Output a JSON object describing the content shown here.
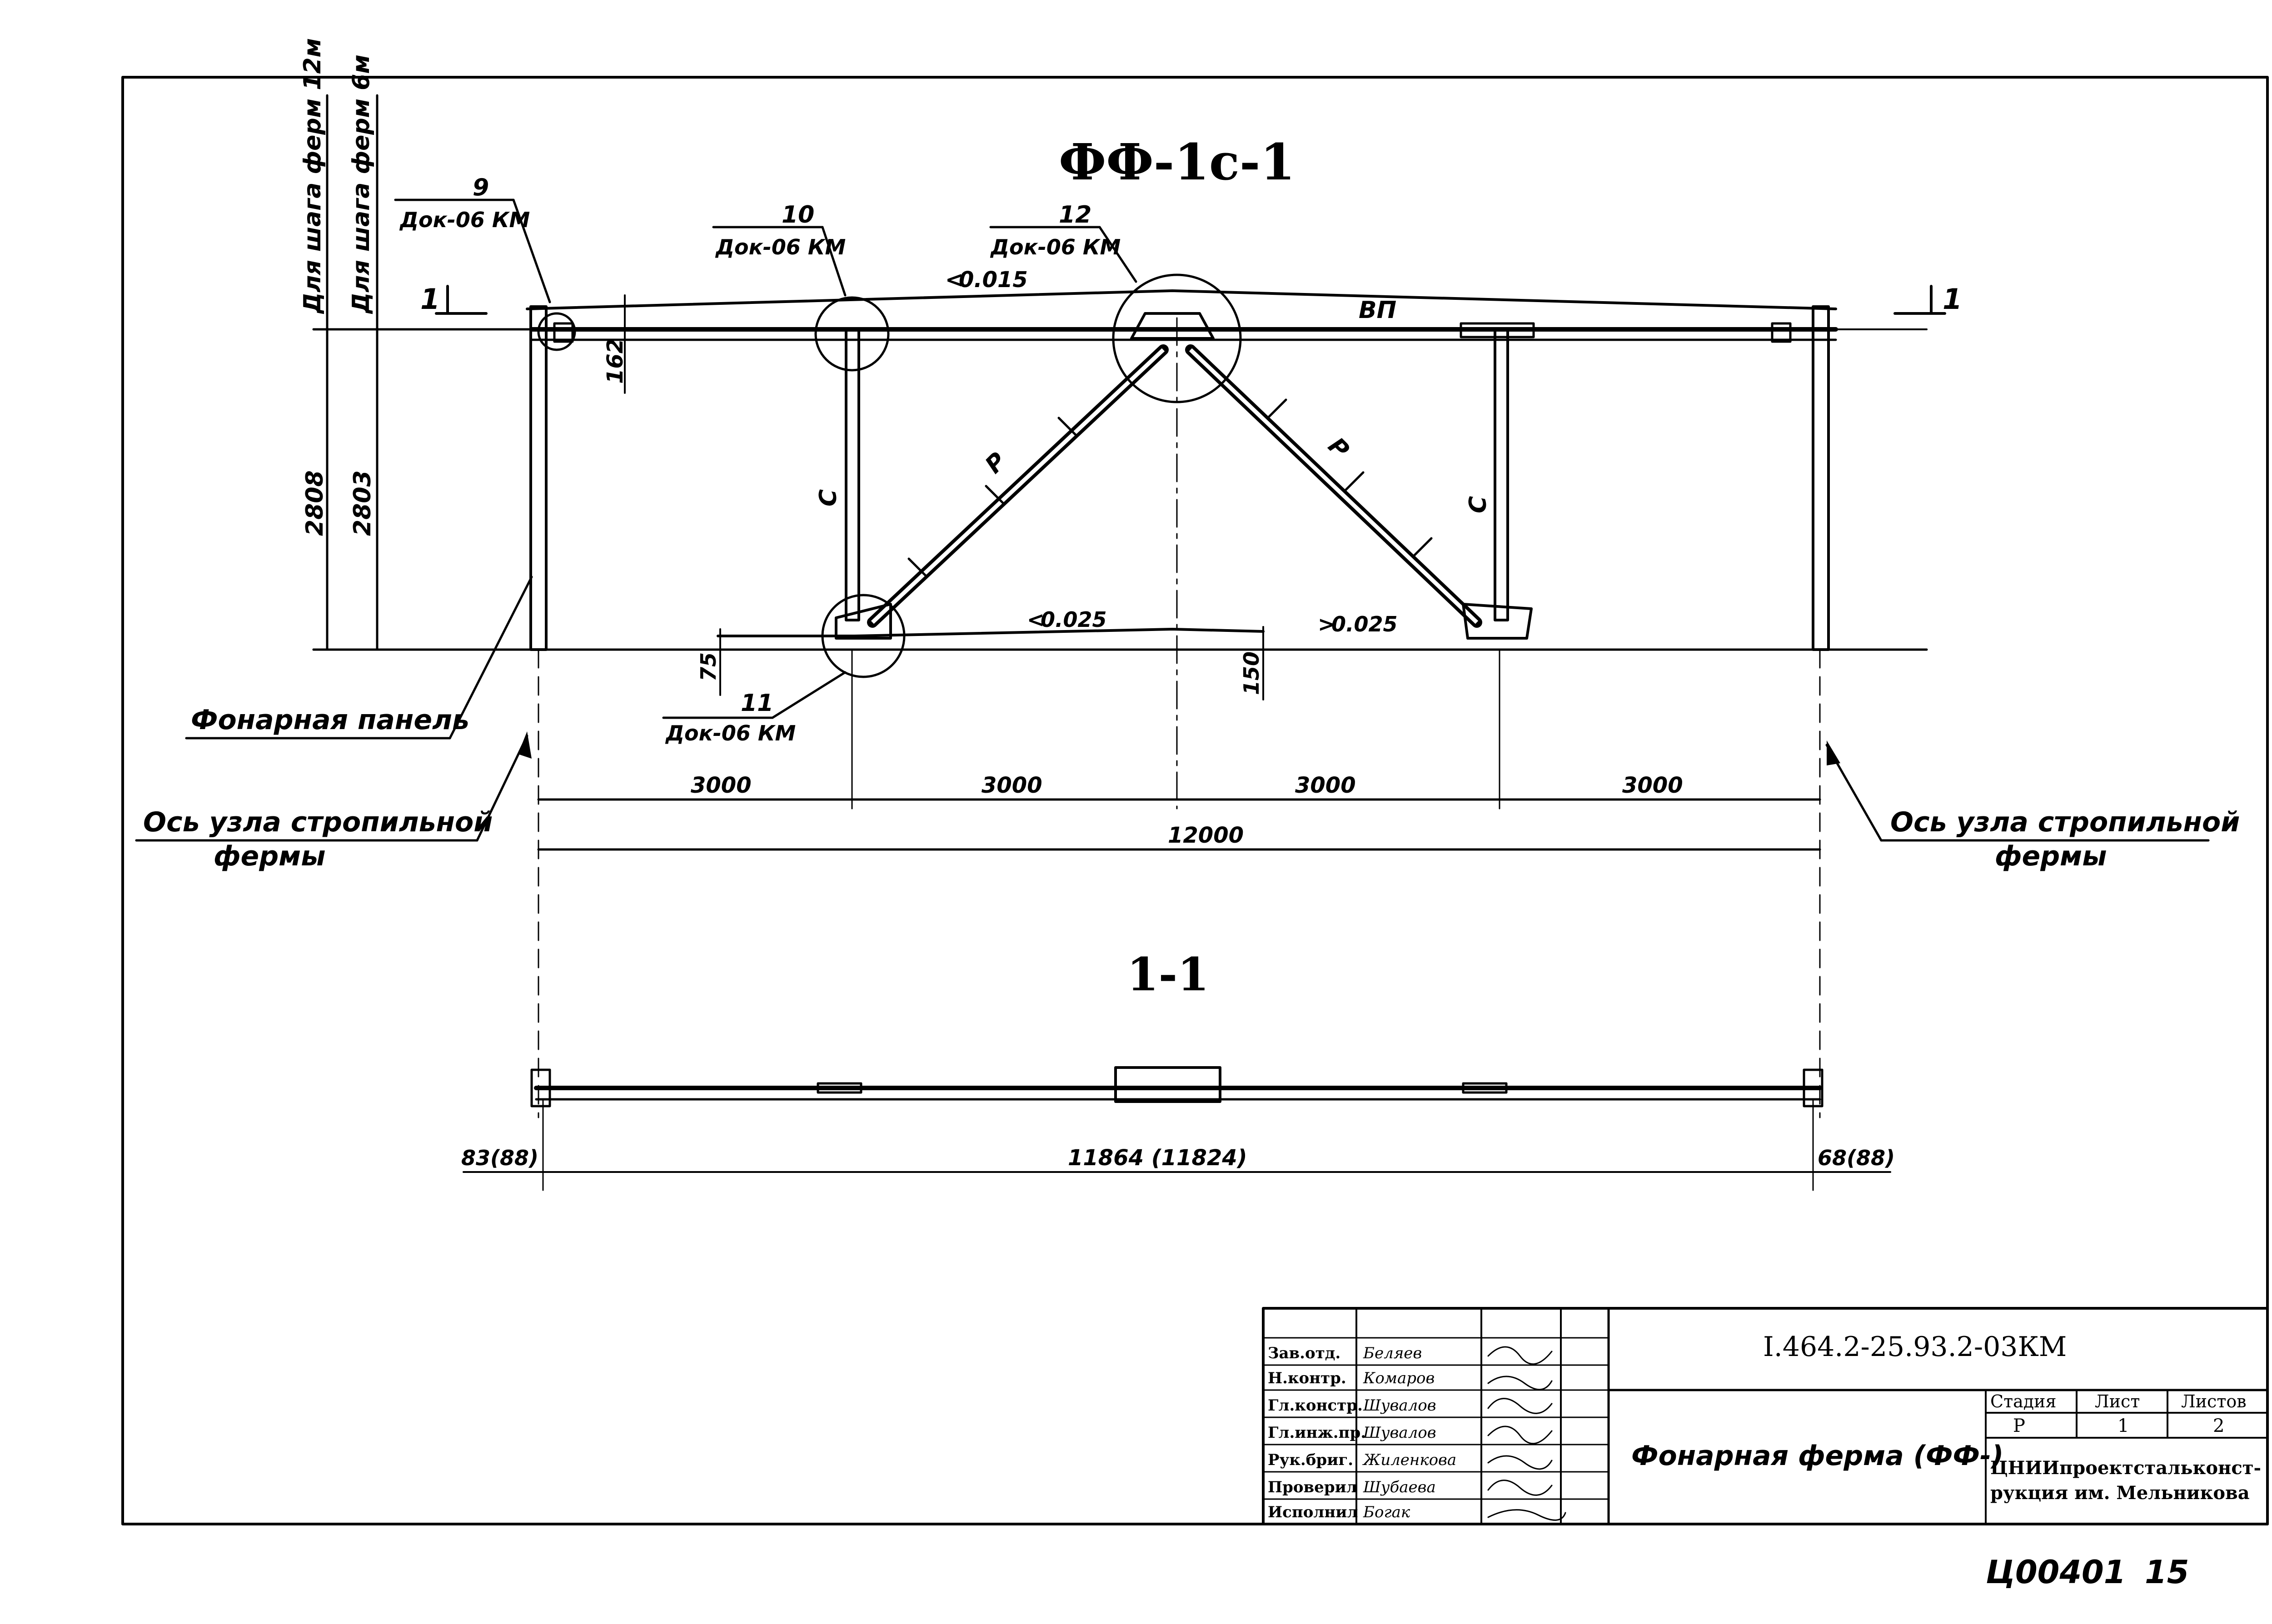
{
  "title": "ФФ-1с-1",
  "section_title": "1-1",
  "section_marker": "1",
  "left_labels": {
    "vertical_12m": "Для шага ферм 12м",
    "vertical_6m": "Для шага ферм 6м"
  },
  "callouts": {
    "c9": {
      "num": "9",
      "doc": "Док-06 КМ"
    },
    "c10": {
      "num": "10",
      "doc": "Док-06 КМ"
    },
    "c11": {
      "num": "11",
      "doc": "Док-06 КМ"
    },
    "c12": {
      "num": "12",
      "doc": "Док-06 КМ"
    }
  },
  "member_labels": {
    "top_chord": "ВП",
    "strut": "С",
    "brace": "Р"
  },
  "slopes": {
    "top": "0.015",
    "bottom_left": "0.025",
    "bottom_right": "0.025"
  },
  "dims": {
    "h12": "2808",
    "h6": "2803",
    "d162": "162",
    "d75": "75",
    "d150": "150",
    "panels": [
      "3000",
      "3000",
      "3000",
      "3000"
    ],
    "span": "12000",
    "sec_left": "83(88)",
    "sec_mid": "11864 (11824)",
    "sec_right": "68(88)"
  },
  "notes": {
    "panel": "Фонарная панель",
    "axis_left_1": "Ось узла стропильной",
    "axis_left_2": "фермы",
    "axis_right_1": "Ось узла стропильной",
    "axis_right_2": "фермы"
  },
  "title_block": {
    "code": "I.464.2-25.93.2-03КМ",
    "name": "Фонарная ферма (ФФ-)",
    "stage_h": "Стадия",
    "sheet_h": "Лист",
    "sheets_h": "Листов",
    "stage": "Р",
    "sheet": "1",
    "sheets": "2",
    "org1": "ЦНИИпроектстальконст-",
    "org2": "рукция им. Мельникова",
    "roles": [
      "Зав.отд.",
      "Н.контр.",
      "Гл.констр.",
      "Гл.инж.пр.",
      "Рук.бриг.",
      "Проверил",
      "Исполнил"
    ],
    "names": [
      "Беляев",
      "Комаров",
      "Шувалов",
      "Шувалов",
      "Жиленкова",
      "Шубаева",
      "Богак"
    ]
  },
  "footer": {
    "archive": "Ц00401",
    "page": "15"
  }
}
